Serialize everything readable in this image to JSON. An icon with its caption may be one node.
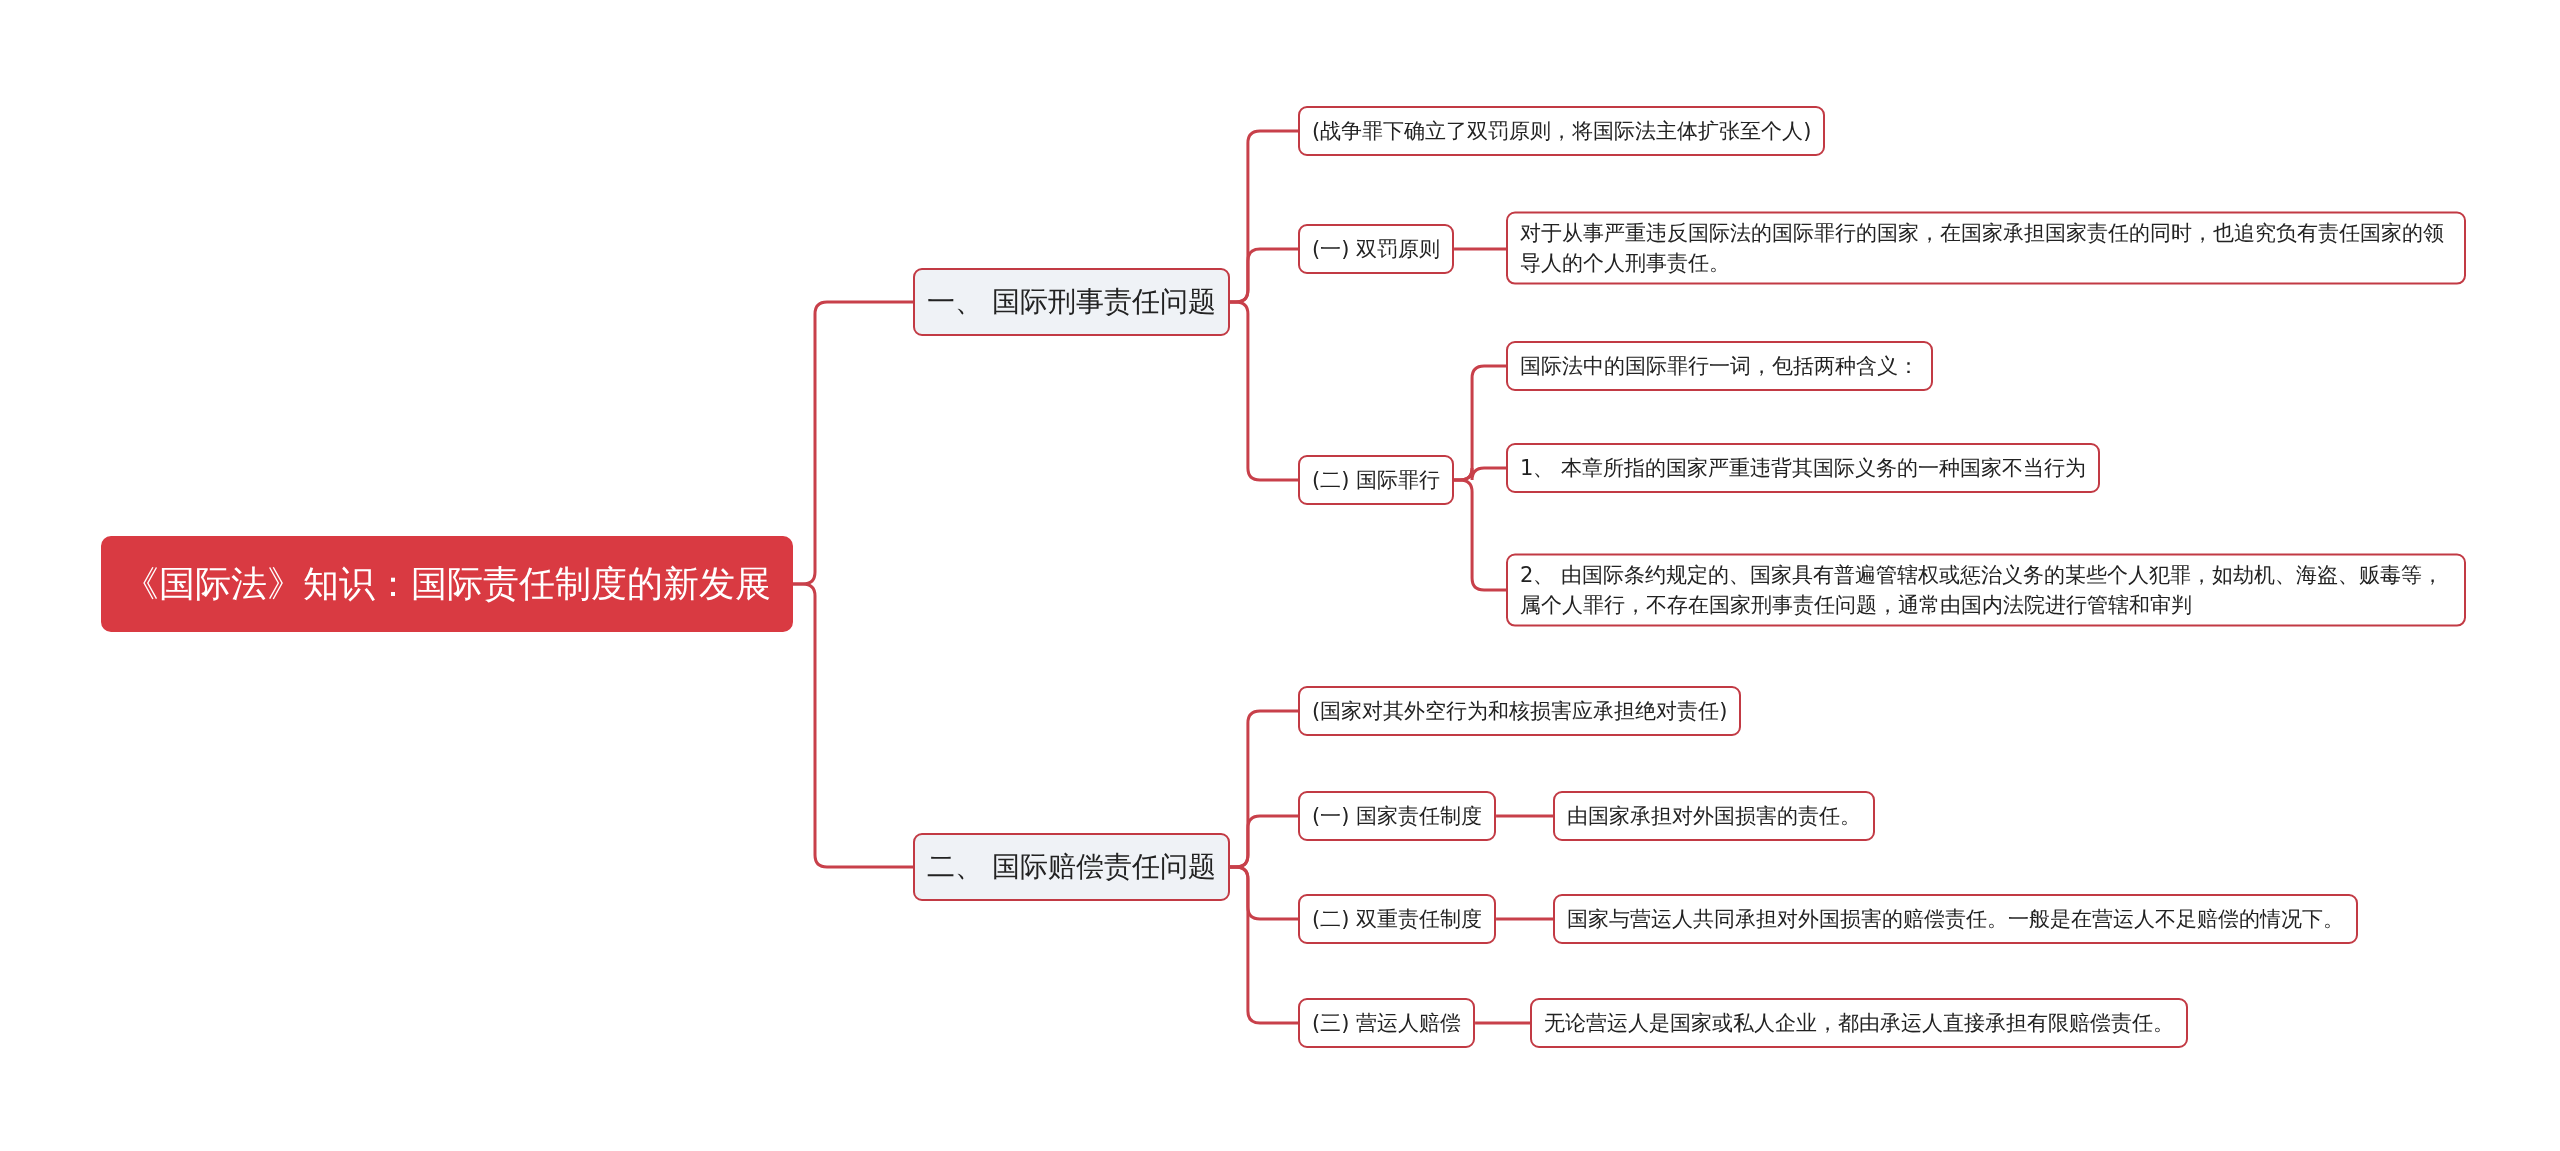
{
  "diagram": {
    "nodes": [
      {
        "text": [
          "《国际法》知识：国际责任制度的新发展"
        ]
      },
      {
        "text": [
          "一、 国际刑事责任问题"
        ]
      },
      {
        "text": [
          "(战争罪下确立了双罚原则，将国际法主体扩张至个人)"
        ]
      },
      {
        "text": [
          "(一) 双罚原则"
        ]
      },
      {
        "text": [
          "对于从事严重违反国际法的国际罪行的国家，在国家承担国家责任的同时，也追究负有责任国家的领导人的个人刑事责任。"
        ]
      },
      {
        "text": [
          "(二) 国际罪行"
        ]
      },
      {
        "text": [
          "国际法中的国际罪行一词，包括两种含义："
        ]
      },
      {
        "text": [
          "1、 本章所指的国家严重违背其国际义务的一种国家不当行为"
        ]
      },
      {
        "text": [
          "2、 由国际条约规定的、国家具有普遍管辖权或惩治义务的某些个人犯罪，如劫机、海盗、贩毒等，属个人罪行，不存在国家刑事责任问题，通常由国内法院进行管辖和审判"
        ]
      },
      {
        "text": [
          "二、 国际赔偿责任问题"
        ]
      },
      {
        "text": [
          "(国家对其外空行为和核损害应承担绝对责任)"
        ]
      },
      {
        "text": [
          "(一) 国家责任制度"
        ]
      },
      {
        "text": [
          "由国家承担对外国损害的责任。"
        ]
      },
      {
        "text": [
          "(二) 双重责任制度"
        ]
      },
      {
        "text": [
          "国家与营运人共同承担对外国损害的赔偿责任。一般是在营运人不足赔偿的情况下。"
        ]
      },
      {
        "text": [
          "(三) 营运人赔偿"
        ]
      },
      {
        "text": [
          "无论营运人是国家或私人企业，都由承运人直接承担有限赔偿责任。"
        ]
      }
    ],
    "edges": [
      {
        "from": 0,
        "to": 1,
        "arrow": "none"
      },
      {
        "from": 0,
        "to": 9,
        "arrow": "none"
      },
      {
        "from": 1,
        "to": 2,
        "arrow": "none"
      },
      {
        "from": 1,
        "to": 3,
        "arrow": "none"
      },
      {
        "from": 3,
        "to": 4,
        "arrow": "none"
      },
      {
        "from": 1,
        "to": 5,
        "arrow": "none"
      },
      {
        "from": 5,
        "to": 6,
        "arrow": "none"
      },
      {
        "from": 5,
        "to": 7,
        "arrow": "none"
      },
      {
        "from": 5,
        "to": 8,
        "arrow": "none"
      },
      {
        "from": 9,
        "to": 10,
        "arrow": "none"
      },
      {
        "from": 9,
        "to": 11,
        "arrow": "none"
      },
      {
        "from": 11,
        "to": 12,
        "arrow": "none"
      },
      {
        "from": 9,
        "to": 13,
        "arrow": "none"
      },
      {
        "from": 13,
        "to": 14,
        "arrow": "none"
      },
      {
        "from": 9,
        "to": 15,
        "arrow": "none"
      },
      {
        "from": 15,
        "to": 16,
        "arrow": "none"
      }
    ]
  }
}
